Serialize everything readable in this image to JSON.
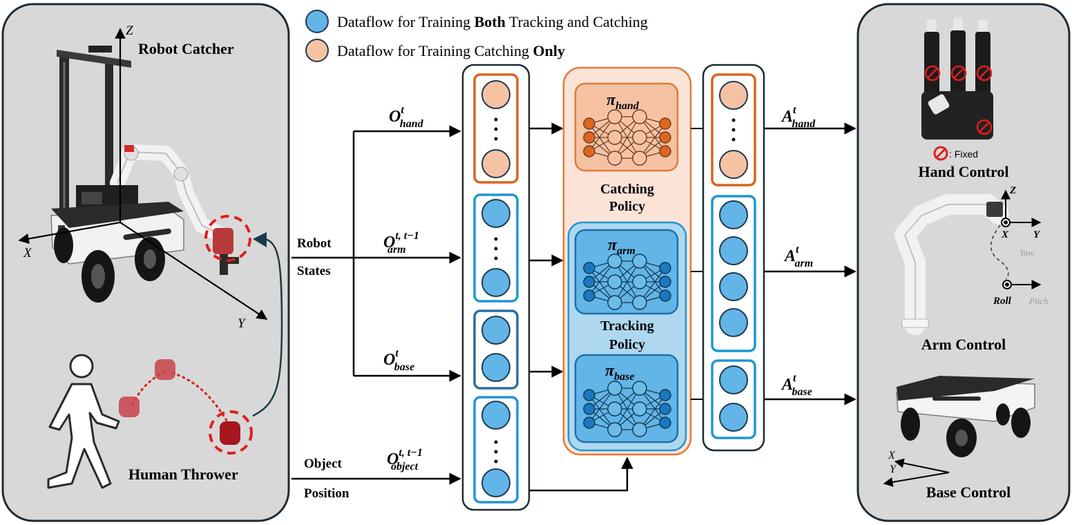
{
  "legend": {
    "both_label_pre": "Dataflow for Training ",
    "both_label_bold": "Both",
    "both_label_post": " Tracking and Catching",
    "only_label_pre": "Dataflow for Training Catching ",
    "only_label_bold": "Only"
  },
  "left_panel": {
    "robot_catcher": "Robot Catcher",
    "human_thrower": "Human Thrower",
    "axis_x": "X",
    "axis_y": "Y",
    "axis_z": "Z"
  },
  "inputs": {
    "robot_states_line1": "Robot",
    "robot_states_line2": "States",
    "object_position_line1": "Object",
    "object_position_line2": "Position",
    "o_hand": {
      "base": "O",
      "sup": "t",
      "sub": "hand"
    },
    "o_arm": {
      "base": "O",
      "sup": "t, t−1",
      "sub": "arm"
    },
    "o_base": {
      "base": "O",
      "sup": "t",
      "sub": "base"
    },
    "o_object": {
      "base": "O",
      "sup": "t, t−1",
      "sub": "object"
    }
  },
  "policies": {
    "pi_hand": {
      "base": "π",
      "sub": "hand"
    },
    "pi_arm": {
      "base": "π",
      "sub": "arm"
    },
    "pi_base": {
      "base": "π",
      "sub": "base"
    },
    "catching_line1": "Catching",
    "catching_line2": "Policy",
    "tracking_line1": "Tracking",
    "tracking_line2": "Policy"
  },
  "outputs": {
    "a_hand": {
      "base": "A",
      "sup": "t",
      "sub": "hand"
    },
    "a_arm": {
      "base": "A",
      "sup": "t",
      "sub": "arm"
    },
    "a_base": {
      "base": "A",
      "sup": "t",
      "sub": "base"
    }
  },
  "right_panel": {
    "fixed_label": ": Fixed",
    "hand_control": "Hand Control",
    "arm_control": "Arm Control",
    "base_control": "Base Control",
    "axis_x": "X",
    "axis_y": "Y",
    "axis_z": "Z",
    "yaw": "Yaw",
    "roll": "Roll",
    "pitch": "Pitch",
    "base_x": "X",
    "base_y": "Y"
  },
  "colors": {
    "blue_fill": "#62b5e6",
    "blue_stroke": "#1e6fa8",
    "blue_frame": "#1e96d6",
    "orange_fill": "#f5c2a4",
    "orange_stroke": "#d9641e",
    "panel_gray": "#d8d8d8",
    "dark_outline": "#1c2b36"
  }
}
